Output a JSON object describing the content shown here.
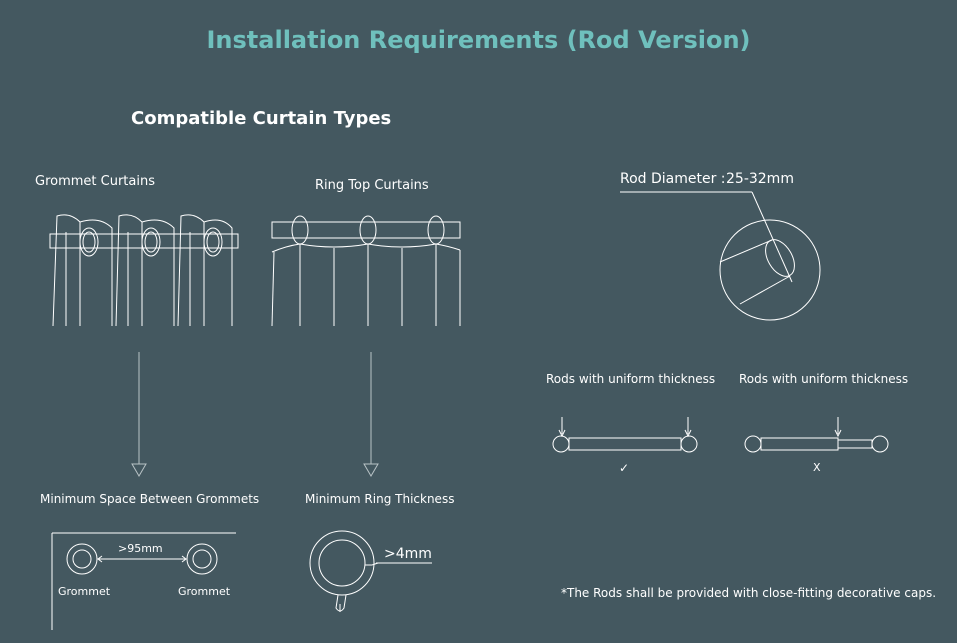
{
  "title": "Installation Requirements (Rod Version)",
  "subtitle": "Compatible Curtain Types",
  "curtain_types": {
    "grommet_label": "Grommet Curtains",
    "ring_top_label": "Ring Top Curtains"
  },
  "rod_diameter": {
    "label": "Rod Diameter :",
    "value": "25-32mm"
  },
  "rod_thickness": {
    "left_label": "Rods with uniform thickness",
    "right_label": "Rods with uniform thickness",
    "left_mark": "✓",
    "right_mark": "X"
  },
  "grommet_spacing": {
    "heading": "Minimum Space Between Grommets",
    "measure": ">95mm",
    "left_caption": "Grommet",
    "right_caption": "Grommet"
  },
  "ring_thickness": {
    "heading": "Minimum Ring Thickness",
    "measure": ">4mm"
  },
  "footnote": "*The Rods shall be provided with close-fitting decorative caps.",
  "colors": {
    "background": "#445860",
    "title": "#6fc0bd",
    "line": "#ffffff"
  }
}
